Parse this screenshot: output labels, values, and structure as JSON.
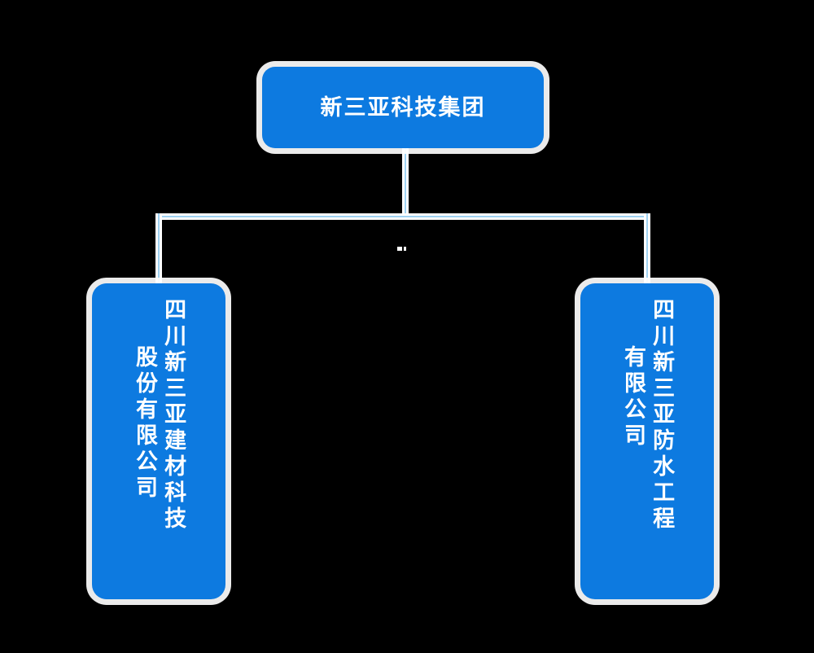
{
  "diagram": {
    "type": "organization-chart",
    "background_color": "#000000",
    "node_color": "#0d7ae0",
    "node_text_color": "#ffffff",
    "connector_color": "#ffffff",
    "connector_accent_color": "#9fd2f2",
    "root": {
      "label": "新三亚科技集团",
      "orientation": "horizontal"
    },
    "children": [
      {
        "position": "left",
        "orientation": "vertical",
        "column_primary": "四川新三亚建材科技",
        "column_secondary": "股份有限公司",
        "full_label": "四川新三亚建材科技股份有限公司"
      },
      {
        "position": "right",
        "orientation": "vertical",
        "column_primary": "四川新三亚防水工程",
        "column_secondary": "有限公司",
        "full_label": "四川新三亚防水工程有限公司"
      }
    ]
  }
}
